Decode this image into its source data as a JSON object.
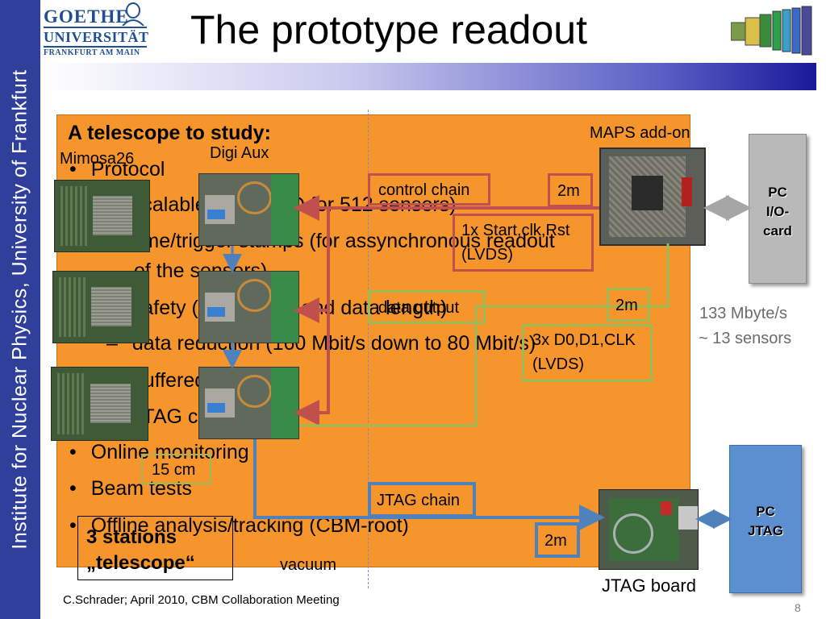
{
  "sidebar": {
    "text": "Institute for  Nuclear Physics, University of Frankfurt"
  },
  "logo": {
    "line1": "GOETHE",
    "line2": "UNIVERSITÄT",
    "line3": "FRANKFURT AM MAIN"
  },
  "title": "The prototype readout",
  "panel": {
    "heading": "A telescope to study:",
    "bullets": [
      {
        "marker": "•",
        "text": "Protocol"
      },
      {
        "marker": "–",
        "text": "scalable (unique ID for 512 sensors)"
      },
      {
        "marker": "–",
        "text": "time/trigger stamps (for assynchronous readout"
      },
      {
        "marker": "",
        "text": "of the sensors)"
      },
      {
        "marker": "–",
        "text": "safety (check-sum and data length)"
      },
      {
        "marker": "–",
        "text": "data reduction  (160 Mbit/s down to 80 Mbit/s)"
      },
      {
        "marker": "–",
        "text": "buffered readout"
      },
      {
        "marker": "–",
        "text": "JTAG chain"
      },
      {
        "marker": "•",
        "text": "Online monitoring"
      },
      {
        "marker": "•",
        "text": "Beam tests"
      },
      {
        "marker": "•",
        "text": "Offline analysis/tracking  (CBM-root)"
      }
    ]
  },
  "labels": {
    "mimosa": "Mimosa26",
    "digi_aux": "Digi Aux",
    "maps_addon": "MAPS add-on",
    "rate1": "133 Mbyte/s",
    "rate2": "~ 13 sensors",
    "vacuum": "vacuum",
    "jtag_board": "JTAG board"
  },
  "pc_io": {
    "line1": "PC",
    "line2": "I/O-",
    "line3": "card"
  },
  "pc_jtag": {
    "line1": "PC",
    "line2": "JTAG"
  },
  "callouts": {
    "control_chain": "control chain",
    "control_len": "2m",
    "control_signals_1": "1x Start,clk,Rst",
    "control_signals_2": "(LVDS)",
    "data_output": "data output",
    "data_len": "2m",
    "data_signals_1": "3x D0,D1,CLK",
    "data_signals_2": "(LVDS)",
    "sensor_distance": "15 cm",
    "jtag_chain": "JTAG chain",
    "jtag_len": "2m"
  },
  "stations": {
    "line1": "3 stations",
    "line2": "„telescope“"
  },
  "footer": "C.Schrader; April 2010, CBM Collaboration Meeting",
  "page_number": "8",
  "colors": {
    "sidebar": "#2f3f9a",
    "panel": "#f7952d",
    "control_chain": "#c0504d",
    "data_chain": "#9bbb59",
    "jtag_chain": "#4f81bd"
  }
}
